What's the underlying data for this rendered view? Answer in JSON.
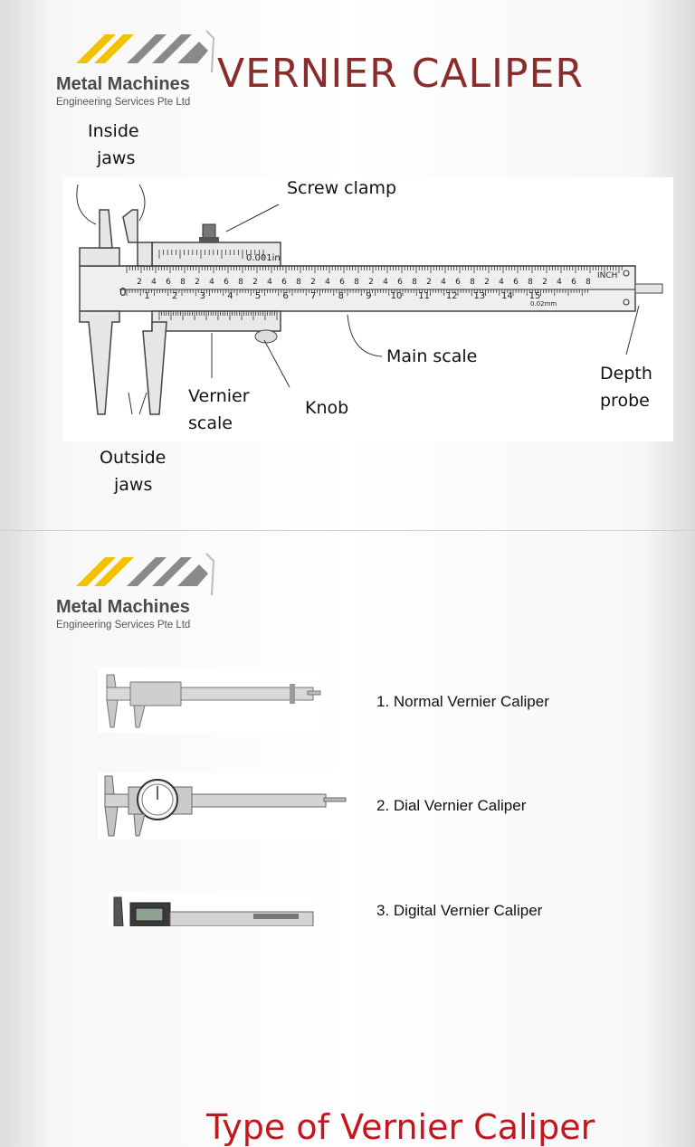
{
  "slide1": {
    "logo": {
      "brand": "Metal Machines",
      "subtitle": "Engineering Services Pte Ltd"
    },
    "title": "VERNIER CALIPER",
    "labels": {
      "inside_jaws_1": "Inside",
      "inside_jaws_2": "jaws",
      "screw_clamp": "Screw clamp",
      "main_scale": "Main scale",
      "depth_probe_1": "Depth",
      "depth_probe_2": "probe",
      "vernier_scale_1": "Vernier",
      "vernier_scale_2": "scale",
      "knob": "Knob",
      "outside_jaws_1": "Outside",
      "outside_jaws_2": "jaws"
    },
    "scale_text": {
      "inch_reading": "0.001in",
      "inch_mark": "INCH",
      "mm_reading": "0.02mm"
    }
  },
  "slide2": {
    "logo": {
      "brand": "Metal Machines",
      "subtitle": "Engineering Services Pte Ltd"
    },
    "title": "Type of Vernier Caliper",
    "types": [
      {
        "label": "1. Normal Vernier Caliper"
      },
      {
        "label": "2. Dial Vernier Caliper"
      },
      {
        "label": "3. Digital Vernier Caliper"
      }
    ]
  },
  "colors": {
    "title1": "#8b2c2c",
    "title2": "#c4161c",
    "logo_yellow": "#f2c200",
    "logo_grey": "#808080"
  }
}
